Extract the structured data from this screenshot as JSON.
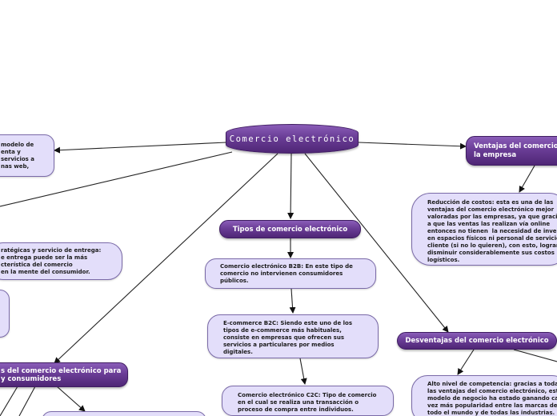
{
  "root": {
    "title": "Comercio electrónico"
  },
  "nodes": {
    "left_top": "modelo de\nenta y\nservicios a\nnas web,",
    "left_mid": "ratégicas y servicio de entrega:\ne entrega puede ser la más\ncterística del comercio\nen la mente del consumidor.",
    "left_bottom_title": "s del comercio electrónico para\ny consumidores",
    "tipos": {
      "title": "Tipos de comercio electrónico",
      "b2b": "Comercio electrónico B2B: En este tipo de\ncomercio no intervienen consumidores\npúblicos.",
      "b2c": "E-commerce B2C: Siendo este uno de los\ntipos de e-commerce más habituales,\nconsiste en empresas que ofrecen sus\nservicios a particulares por medios\ndigitales.",
      "c2c": "Comercio electrónico C2C: Tipo de comercio\nen el cual se realiza una transacción o\nproceso de compra entre individuos."
    },
    "ventajas": {
      "title": "Ventajas del comercio e\nla empresa",
      "text": "Reducción de costos: esta es una de las\nventajas del comercio electrónico mejor\nvaloradas por las empresas, ya que gracia\na que las ventas las realizan vía online\nentonces no tienen  la necesidad de inver\nen espacios físicos ni personal de servicio\ncliente (si no lo quieren), con esto, logran\ndisminuir considerablemente sus costos\nlogísticos."
    },
    "desventajas": {
      "title": "Desventajas del comercio electrónico",
      "text": "Alto nivel de competencia: gracias a toda\nlas ventajas del comercio electrónico, est\nmodelo de negocio ha estado ganando ca\nvez más popularidad entre las marcas de\ntodo el mundo y de todas las industrias."
    }
  }
}
